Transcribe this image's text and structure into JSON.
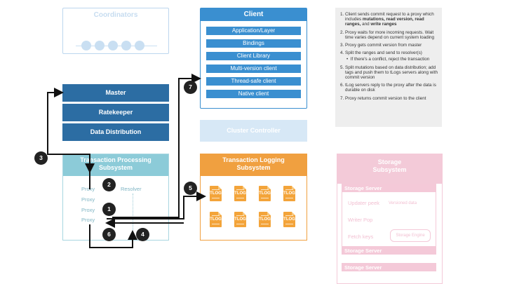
{
  "coordinators": {
    "title": "Coordinators"
  },
  "client": {
    "title": "Client",
    "items": [
      "Application/Layer",
      "Bindings",
      "Client Library",
      "Multi-version client",
      "Thread-safe client",
      "Native client"
    ]
  },
  "master_stack": [
    "Master",
    "Ratekeeper",
    "Data Distribution"
  ],
  "cluster_controller": {
    "title": "Cluster Controller"
  },
  "transaction_processing": {
    "title_line1": "Transaction Processing",
    "title_line2": "Subsystem",
    "proxies": [
      "Proxy",
      "Proxy",
      "Proxy",
      "Proxy"
    ],
    "resolver": "Resolver"
  },
  "transaction_logging": {
    "title_line1": "Transaction Logging",
    "title_line2": "Subsystem",
    "tlog_label": "TLOG"
  },
  "storage": {
    "title_line1": "Storage",
    "title_line2": "Subsystem",
    "server_label": "Storage Server",
    "updater_peek": "Updater peek",
    "versioned_data": "Versioned data",
    "writer_pop": "Writer Pop",
    "fetch_keys": "Fetch keys",
    "storage_engine": "Storage Engine"
  },
  "steps": {
    "s1_pre": "Client sends commit request to a proxy which includes ",
    "s1_bold": "mutations, read version, read ranges,",
    "s1_mid": " and ",
    "s1_bold2": "write ranges",
    "s2": "Proxy waits for more incoming requests. Wait time varies depend on current system loading",
    "s3": "Proxy gets commit version from master",
    "s4": "Split the ranges and send to resolver(s)",
    "s4_sub": "If there's a conflict, reject the transaction",
    "s5": "Split mutations based on data distribution; add tags and push them to tLogs servers along with commit version",
    "s6": "tLog servers reply to the proxy after the data is durable on disk",
    "s7": "Proxy returns commit version to the client"
  },
  "badges": [
    "1",
    "2",
    "3",
    "4",
    "5",
    "6",
    "7"
  ]
}
